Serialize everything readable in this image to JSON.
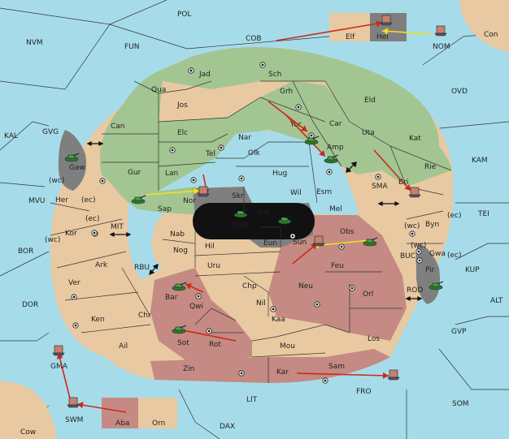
{
  "colors": {
    "sea": "#a6dcea",
    "neutral": "#e9c9a1",
    "green_power": "#a3c592",
    "red_power": "#c48a83",
    "gray_power": "#7f7f7f",
    "order_arrow": "#cc2a1a",
    "support_arrow": "#f2e21a"
  },
  "sea_labels": [
    "POL",
    "NVM",
    "FUN",
    "COB",
    "Con",
    "NOM",
    "OVD",
    "KAL",
    "GVG",
    "KAM",
    "MVU",
    "SMA",
    "TEI",
    "BOR",
    "MIT",
    "KUP",
    "DOR",
    "RBU",
    "BUC",
    "ALT",
    "ROD",
    "GVP",
    "FRO",
    "SOM",
    "LIT",
    "DAX",
    "Cow"
  ],
  "land_labels": [
    "Elf",
    "Hel",
    "Jad",
    "Sch",
    "Qua",
    "Jos",
    "Grh",
    "Eld",
    "Can",
    "Car",
    "Elc",
    "Nar",
    "Yor",
    "Uta",
    "Kat",
    "Tel",
    "Olk",
    "Amp",
    "Gur",
    "Lan",
    "Hug",
    "Rie",
    "Gaw",
    "Bri",
    "Her",
    "Nor",
    "Wil",
    "Esm",
    "Sap",
    "Skr",
    "Ost",
    "Mel",
    "Byn",
    "Web",
    "Kor",
    "Nab",
    "Eun",
    "Obs",
    "Hil",
    "Sun",
    "Gwa",
    "Nog",
    "Ark",
    "Uru",
    "Feu",
    "Pir",
    "Chp",
    "Neu",
    "Ver",
    "Bar",
    "Orl",
    "Qwi",
    "Nil",
    "Ken",
    "Chr",
    "Kaa",
    "Sot",
    "Rot",
    "Los",
    "Ail",
    "Mou",
    "Zin",
    "Kar",
    "Sam",
    "GMA",
    "SWM",
    "Aba",
    "Orn"
  ],
  "coast_labels": [
    "(wc)",
    "(ec)",
    "(wc)",
    "(ec)",
    "(wc)",
    "(ec)",
    "(wc)",
    "(ec)"
  ],
  "tokens": {
    "army_icon": "tank-icon",
    "fleet_icon": "ship-icon",
    "supply_icon": "supply-center-icon",
    "link_icon": "double-arrow-icon"
  }
}
